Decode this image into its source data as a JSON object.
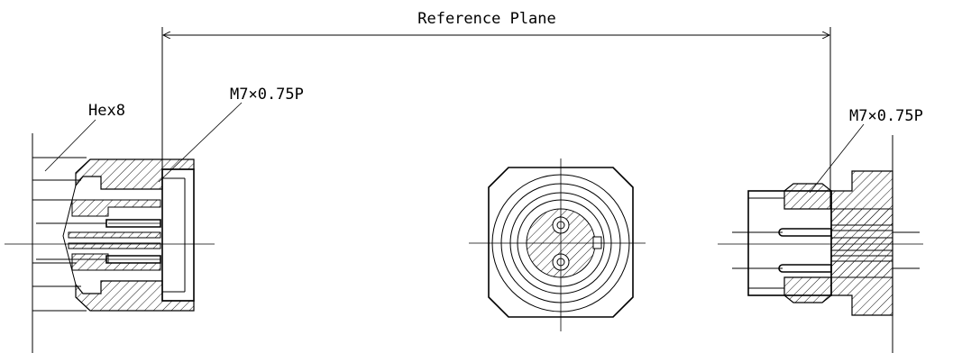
{
  "labels": {
    "reference_plane": "Reference Plane",
    "hex": "Hex8",
    "thread_left": "M7×0.75P",
    "thread_right": "M7×0.75P"
  }
}
